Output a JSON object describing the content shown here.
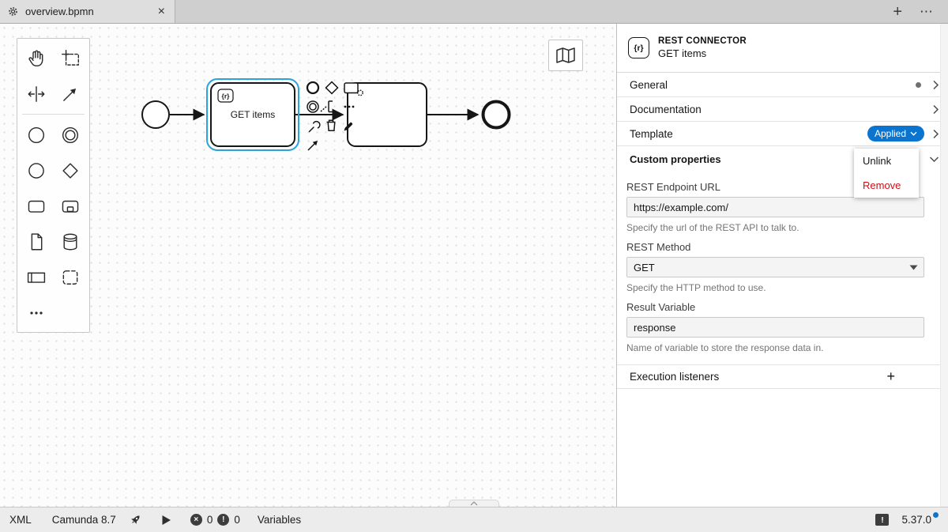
{
  "colors": {
    "accent_blue": "#0b74cf",
    "selection_blue": "#2ba3dd",
    "remove_red": "#cc1016",
    "badge_dark": "#3d3d3d"
  },
  "tab_bar": {
    "tab_label": "overview.bpmn",
    "icons": {
      "close": "×",
      "new_tab": "+",
      "overflow": "⋯"
    }
  },
  "canvas": {
    "task_badge": "{r}",
    "task_label": "GET items"
  },
  "panel": {
    "header": {
      "badge": "{r}",
      "title": "REST CONNECTOR",
      "subtitle": "GET items"
    },
    "rows": {
      "general": "General",
      "documentation": "Documentation",
      "template": "Template",
      "custom": "Custom properties",
      "listeners": "Execution listeners"
    },
    "template_status": "Applied",
    "menu": {
      "unlink": "Unlink",
      "remove": "Remove"
    },
    "add_icon": "+",
    "fields": {
      "endpoint": {
        "label": "REST Endpoint URL",
        "value": "https://example.com/",
        "help": "Specify the url of the REST API to talk to."
      },
      "method": {
        "label": "REST Method",
        "value": "GET",
        "help": "Specify the HTTP method to use."
      },
      "result": {
        "label": "Result Variable",
        "value": "response",
        "help": "Name of variable to store the response data in."
      }
    }
  },
  "status_bar": {
    "xml": "XML",
    "engine": "Camunda 8.7",
    "error_icon": "×",
    "error_count": "0",
    "warning_icon": "!",
    "warning_count": "0",
    "variables": "Variables",
    "log_icon": "!",
    "version": "5.37.0"
  }
}
